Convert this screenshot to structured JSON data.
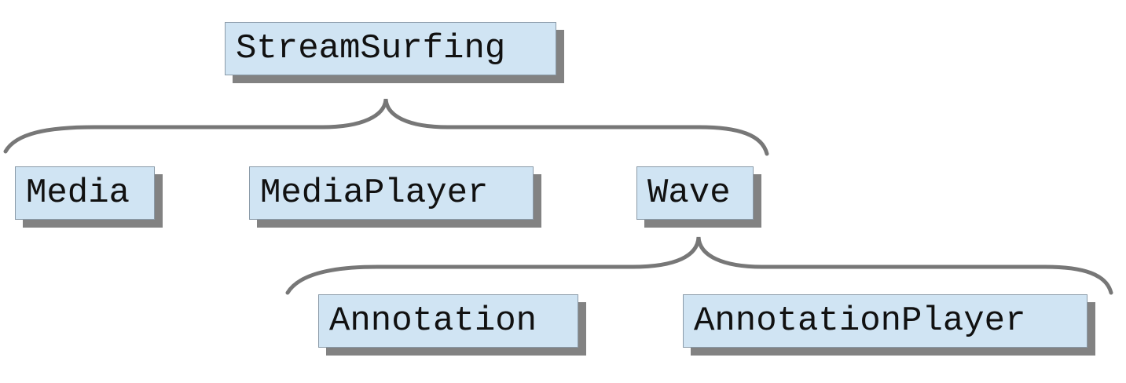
{
  "diagram": {
    "root": {
      "label": "StreamSurfing"
    },
    "level1": [
      {
        "label": "Media"
      },
      {
        "label": "MediaPlayer"
      },
      {
        "label": "Wave"
      }
    ],
    "level2": [
      {
        "label": "Annotation"
      },
      {
        "label": "AnnotationPlayer"
      }
    ]
  },
  "colors": {
    "node_fill": "#d0e4f3",
    "node_border": "#8a9aa8",
    "node_shadow": "#828282",
    "brace_stroke": "#777777"
  }
}
